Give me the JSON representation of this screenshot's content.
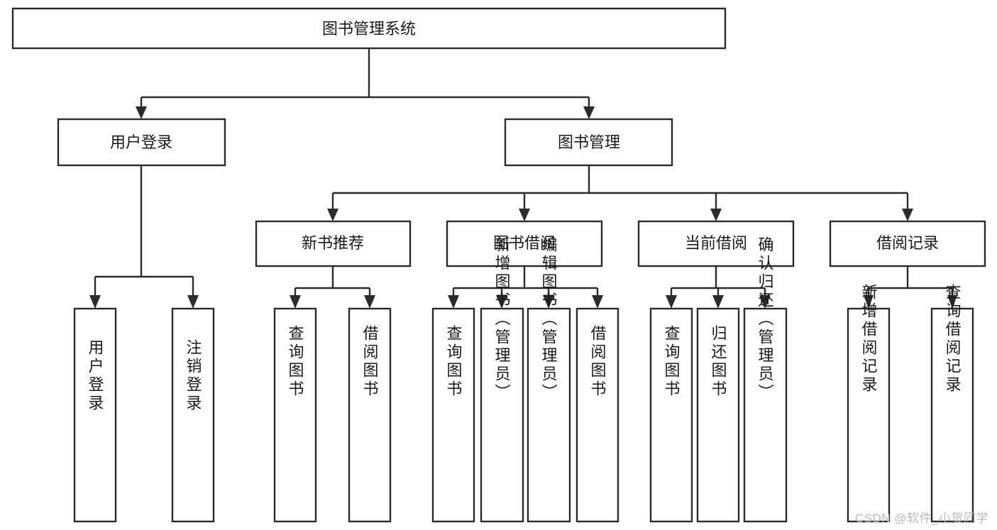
{
  "diagram": {
    "type": "tree",
    "title": "图书管理系统",
    "watermark": "CSDN @软件_小贺同学",
    "colors": {
      "box_stroke": "#2b2b2b",
      "box_fill": "#ffffff",
      "text": "#1a1a1a",
      "background": "#ffffff",
      "watermark": "#b9b9b9"
    },
    "levels": {
      "root": {
        "label": "图书管理系统"
      },
      "level2": [
        {
          "label": "用户登录"
        },
        {
          "label": "图书管理"
        }
      ],
      "level3": [
        {
          "label": "新书推荐"
        },
        {
          "label": "图书借阅"
        },
        {
          "label": "当前借阅"
        },
        {
          "label": "借阅记录"
        }
      ]
    },
    "nodes": {
      "root": "图书管理系统",
      "user_login": "用户登录",
      "book_admin": "图书管理",
      "new_book_rec": "新书推荐",
      "book_borrow": "图书借阅",
      "current_borrow": "当前借阅",
      "borrow_record": "借阅记录",
      "leaf_user_login": "用户登录",
      "leaf_logout": "注销登录",
      "leaf_query_book_1": "查询图书",
      "leaf_borrow_book_1": "借阅图书",
      "leaf_query_book_2": "查询图书",
      "leaf_add_book": "新增图书（管理员）",
      "leaf_edit_book": "编辑图书（管理员）",
      "leaf_borrow_book_2": "借阅图书",
      "leaf_query_book_3": "查询图书",
      "leaf_return_book": "归还图书",
      "leaf_confirm_return": "确认归还（管理员）",
      "leaf_add_record": "新增借阅记录",
      "leaf_query_record": "查询借阅记录"
    },
    "edges": [
      {
        "from": "root",
        "to": "user_login"
      },
      {
        "from": "root",
        "to": "book_admin"
      },
      {
        "from": "user_login",
        "to": "leaf_user_login"
      },
      {
        "from": "user_login",
        "to": "leaf_logout"
      },
      {
        "from": "book_admin",
        "to": "new_book_rec"
      },
      {
        "from": "book_admin",
        "to": "book_borrow"
      },
      {
        "from": "book_admin",
        "to": "current_borrow"
      },
      {
        "from": "book_admin",
        "to": "borrow_record"
      },
      {
        "from": "new_book_rec",
        "to": "leaf_query_book_1"
      },
      {
        "from": "new_book_rec",
        "to": "leaf_borrow_book_1"
      },
      {
        "from": "book_borrow",
        "to": "leaf_query_book_2"
      },
      {
        "from": "book_borrow",
        "to": "leaf_add_book"
      },
      {
        "from": "book_borrow",
        "to": "leaf_edit_book"
      },
      {
        "from": "book_borrow",
        "to": "leaf_borrow_book_2"
      },
      {
        "from": "current_borrow",
        "to": "leaf_query_book_3"
      },
      {
        "from": "current_borrow",
        "to": "leaf_return_book"
      },
      {
        "from": "current_borrow",
        "to": "leaf_confirm_return"
      },
      {
        "from": "borrow_record",
        "to": "leaf_add_record"
      },
      {
        "from": "borrow_record",
        "to": "leaf_query_record"
      }
    ]
  }
}
